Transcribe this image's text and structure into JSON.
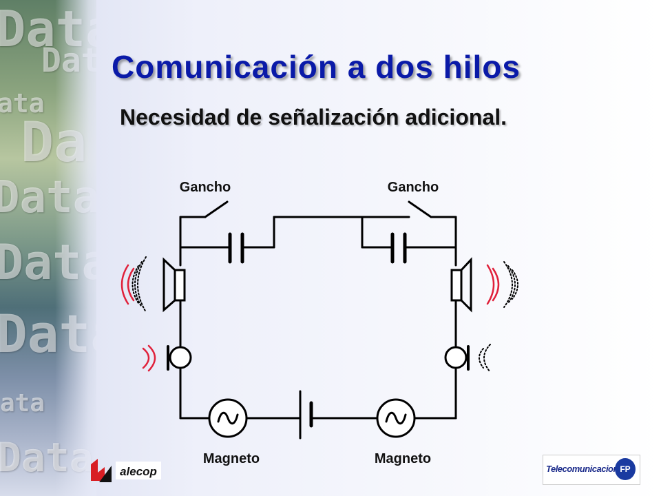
{
  "slide": {
    "title": "Comunicación a dos hilos",
    "subtitle": "Necesidad de señalización adicional."
  },
  "sidebar": {
    "watermark_words": [
      "Data",
      "Data",
      "ata",
      "Da",
      "Data",
      "Data",
      "Data",
      "ata",
      "Data"
    ]
  },
  "diagram": {
    "labels": {
      "hook_left": "Gancho",
      "hook_right": "Gancho",
      "magneto_left": "Magneto",
      "magneto_right": "Magneto"
    },
    "colors": {
      "wire": "#000000",
      "sound_waves_red": "#e0203a",
      "title": "#0a1aa8"
    }
  },
  "logos": {
    "left_text": "alecop",
    "right_text": "Telecomunicaciones",
    "right_mark": "FP"
  }
}
